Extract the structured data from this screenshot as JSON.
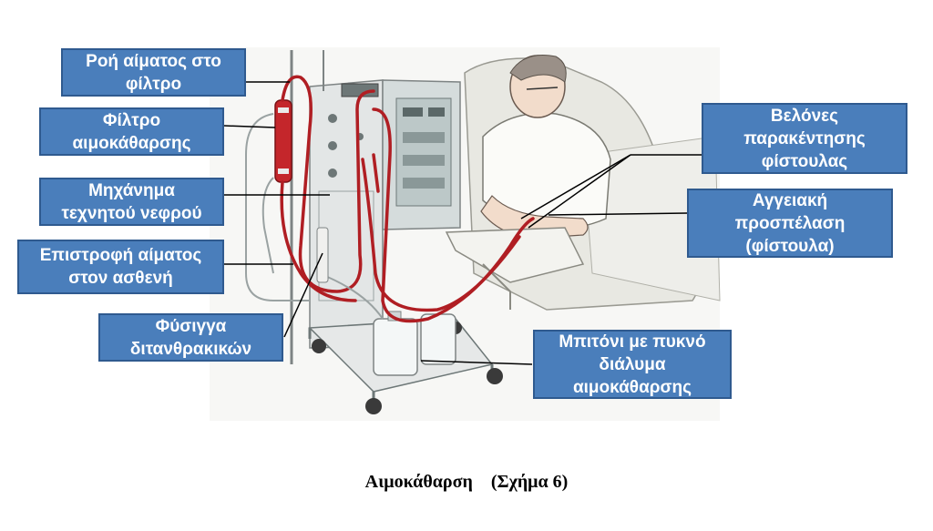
{
  "labels": {
    "blood_flow_to_filter": "Ροή αίματος στο\nφίλτρο",
    "dialysis_filter": "Φίλτρο\nαιμοκάθαρσης",
    "artificial_kidney_machine": "Μηχάνημα\nτεχνητού νεφρού",
    "blood_return_to_patient": "Επιστροφή αίματος\nστον ασθενή",
    "bicarbonate_syringe": "Φύσιγγα\nδιτανθρακικών",
    "fistula_puncture_needles": "Βελόνες\nπαρακέντησης\nφίστουλας",
    "vascular_access_fistula": "Αγγειακή\nπροσπέλαση\n(φίστουλα)",
    "concentrate_bottle": "Μπιτόνι με πυκνό\nδιάλυμα\nαιμοκάθαρσης"
  },
  "caption": "Αιμοκάθαρση    (Σχήμα 6)",
  "colors": {
    "label_fill": "#4a7ebb",
    "label_border": "#2f5a8f",
    "label_text": "#ffffff",
    "tubing": "#b01e23",
    "leader_line": "#000000"
  }
}
